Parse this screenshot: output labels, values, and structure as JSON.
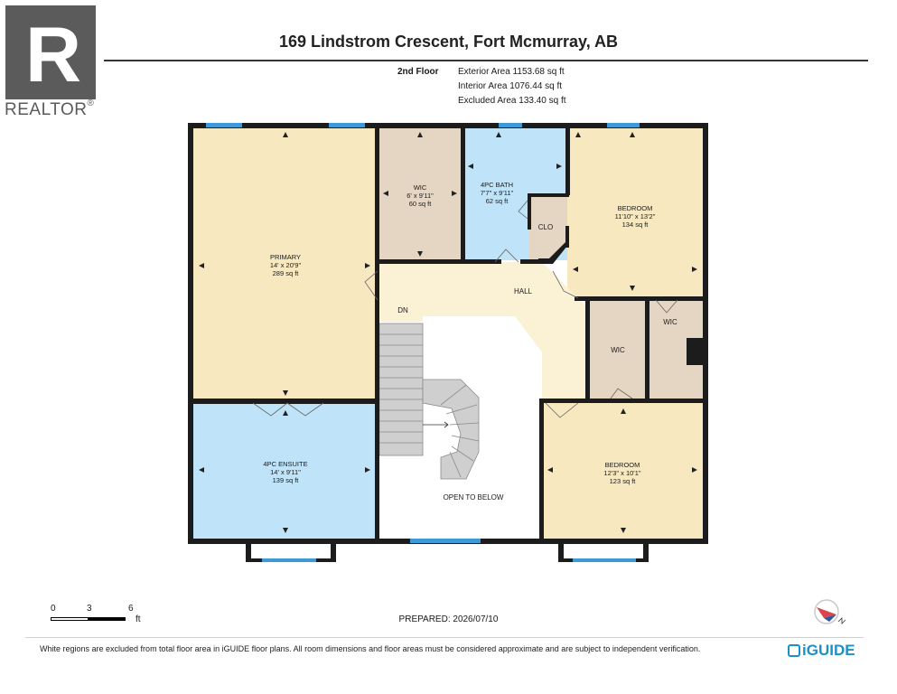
{
  "brand": {
    "logo_letter": "R",
    "name": "REALTOR",
    "mark": "®",
    "logo_color": "#5b5b5b"
  },
  "header": {
    "title": "169 Lindstrom Crescent, Fort Mcmurray, AB",
    "floor": "2nd Floor",
    "exterior_area": "Exterior Area 1153.68 sq ft",
    "interior_area": "Interior Area 1076.44 sq ft",
    "excluded_area": "Excluded Area 133.40 sq ft"
  },
  "rooms": {
    "primary": {
      "name": "PRIMARY",
      "dims": "14' x 20'9\"",
      "area": "289 sq ft",
      "fill": "#f8e8bf"
    },
    "wic_top": {
      "name": "WIC",
      "dims": "6' x 9'11\"",
      "area": "60 sq ft",
      "fill": "#e5d6c3"
    },
    "bath": {
      "name": "4PC BATH",
      "dims": "7'7\" x 9'11\"",
      "area": "62 sq ft",
      "fill": "#bfe3f8"
    },
    "clo": {
      "name": "CLO"
    },
    "bedroom1": {
      "name": "BEDROOM",
      "dims": "11'10\" x 13'2\"",
      "area": "134 sq ft",
      "fill": "#f8e8bf"
    },
    "hall": {
      "name": "HALL",
      "fill": "#fbf2d6"
    },
    "stairs_label": "DN",
    "wic_mid": {
      "name": "WIC"
    },
    "wic_right": {
      "name": "WIC"
    },
    "ensuite": {
      "name": "4PC ENSUITE",
      "dims": "14' x 9'11\"",
      "area": "139 sq ft",
      "fill": "#bfe3f8"
    },
    "open": {
      "name": "OPEN TO BELOW"
    },
    "bedroom2": {
      "name": "BEDROOM",
      "dims": "12'3\" x 10'1\"",
      "area": "123 sq ft",
      "fill": "#f8e8bf"
    }
  },
  "scale": {
    "labels": [
      "0",
      "3",
      "6"
    ],
    "unit": "ft"
  },
  "prepared": "PREPARED: 2026/07/10",
  "disclaimer": "White regions are excluded from total floor area in iGUIDE floor plans. All room dimensions and floor areas must be considered approximate and are subject to independent verification.",
  "iguide_brand": {
    "name": "iGUIDE",
    "color": "#1e90c8"
  },
  "colors": {
    "wall": "#1c1c1c",
    "window": "#3d9ad6",
    "stairs": "#c9c9c9"
  }
}
